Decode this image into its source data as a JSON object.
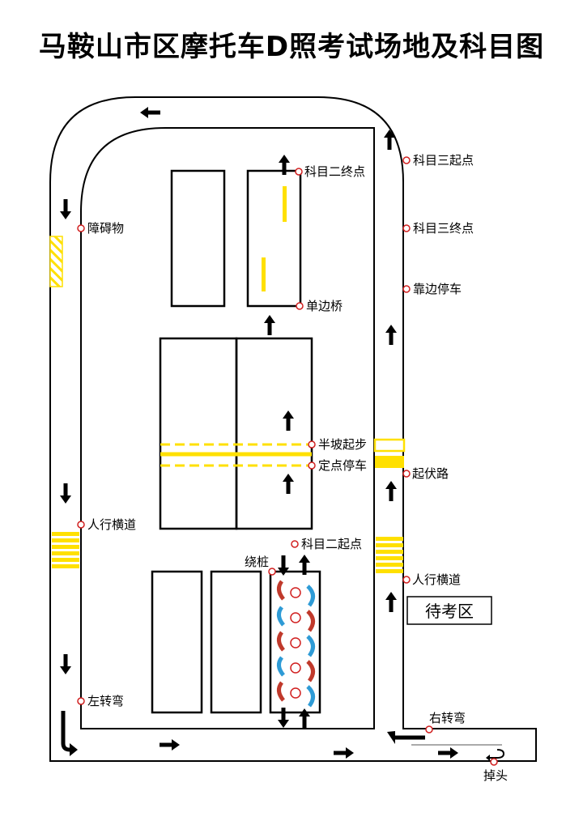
{
  "title": "马鞍山市区摩托车D照考试场地及科目图",
  "labels": {
    "k3_start": "科目三起点",
    "k2_end": "科目二终点",
    "obstacle": "障碍物",
    "k3_end": "科目三终点",
    "pull_over": "靠边停车",
    "single_bridge": "单边桥",
    "hill_start": "半坡起步",
    "fixed_stop": "定点停车",
    "bumpy_road": "起伏路",
    "crosswalk_left": "人行横道",
    "k2_start": "科目二起点",
    "slalom": "绕桩",
    "crosswalk_right": "人行横道",
    "waiting_area": "待考区",
    "left_turn": "左转弯",
    "right_turn": "右转弯",
    "u_turn": "掉头"
  },
  "colors": {
    "lane_marking": "#ffe000",
    "marker_ring": "#d12020",
    "arrow_red": "#c0392b",
    "arrow_blue": "#2e9bd6"
  }
}
